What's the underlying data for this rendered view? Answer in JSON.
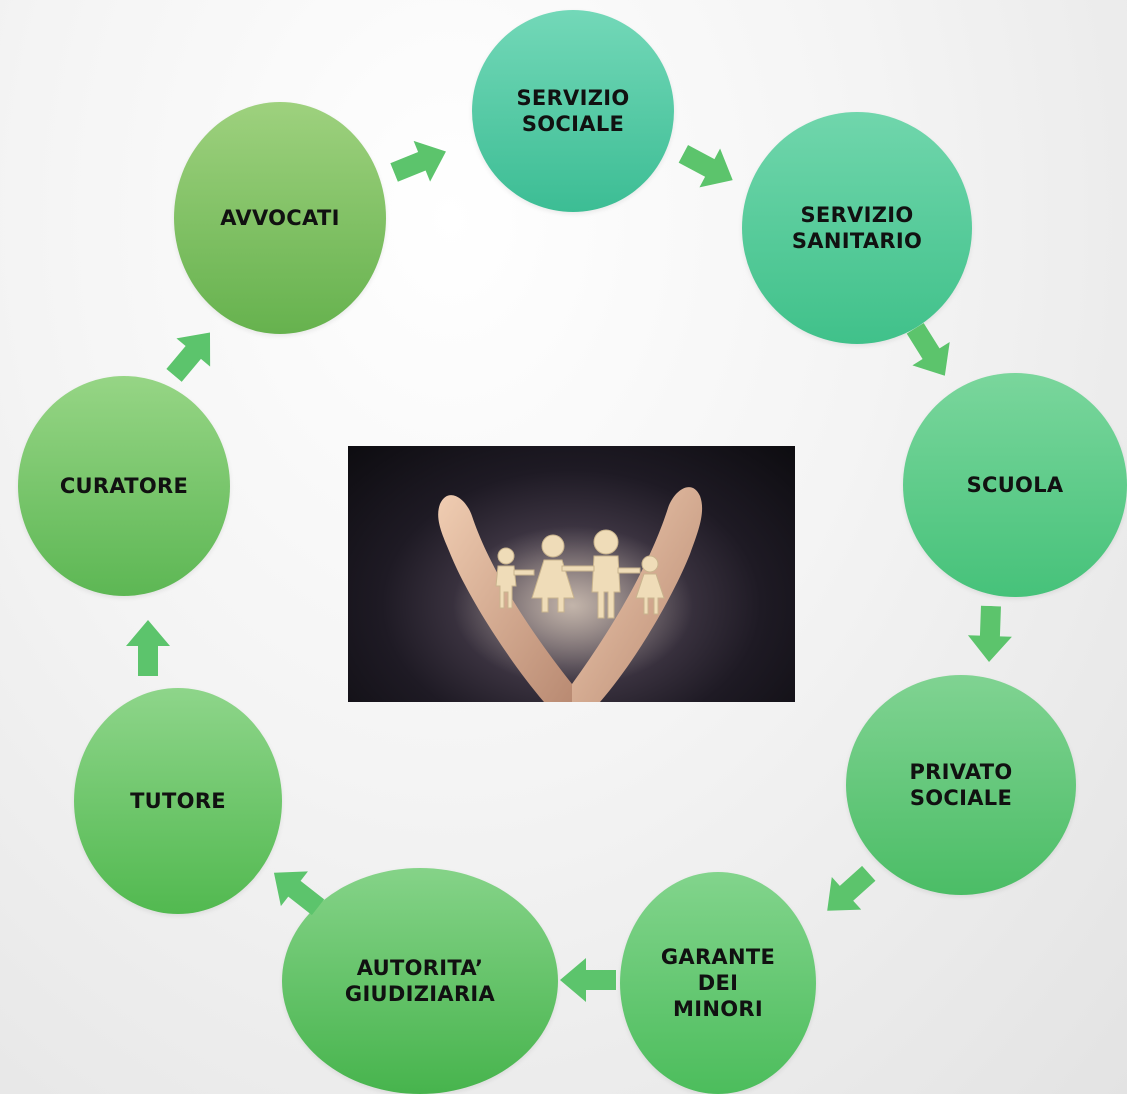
{
  "nodes": [
    {
      "id": "servizio-sociale",
      "label": "SERVIZIO\nSOCIALE",
      "color_top": "#73d8b8",
      "color_bottom": "#3cbd94"
    },
    {
      "id": "servizio-sanitario",
      "label": "SERVIZIO\nSANITARIO",
      "color_top": "#70d6ac",
      "color_bottom": "#40c18a"
    },
    {
      "id": "scuola",
      "label": "SCUOLA",
      "color_top": "#7ad69c",
      "color_bottom": "#46c27a"
    },
    {
      "id": "privato-sociale",
      "label": "PRIVATO\nSOCIALE",
      "color_top": "#80d392",
      "color_bottom": "#4bbd66"
    },
    {
      "id": "garante-dei-minori",
      "label": "GARANTE\nDEI\nMINORI",
      "color_top": "#82d48c",
      "color_bottom": "#4cbd5c"
    },
    {
      "id": "autorita-giudiziaria",
      "label": "AUTORITA’\nGIUDIZIARIA",
      "color_top": "#85d388",
      "color_bottom": "#47b44d"
    },
    {
      "id": "tutore",
      "label": "TUTORE",
      "color_top": "#8ed58a",
      "color_bottom": "#52b950"
    },
    {
      "id": "curatore",
      "label": "CURATORE",
      "color_top": "#96d585",
      "color_bottom": "#5db754"
    },
    {
      "id": "avvocati",
      "label": "AVVOCATI",
      "color_top": "#9ed17e",
      "color_bottom": "#66b24e"
    }
  ],
  "arrow_color": "#5cc46c",
  "center_image": "hands-protecting-paper-family-image"
}
